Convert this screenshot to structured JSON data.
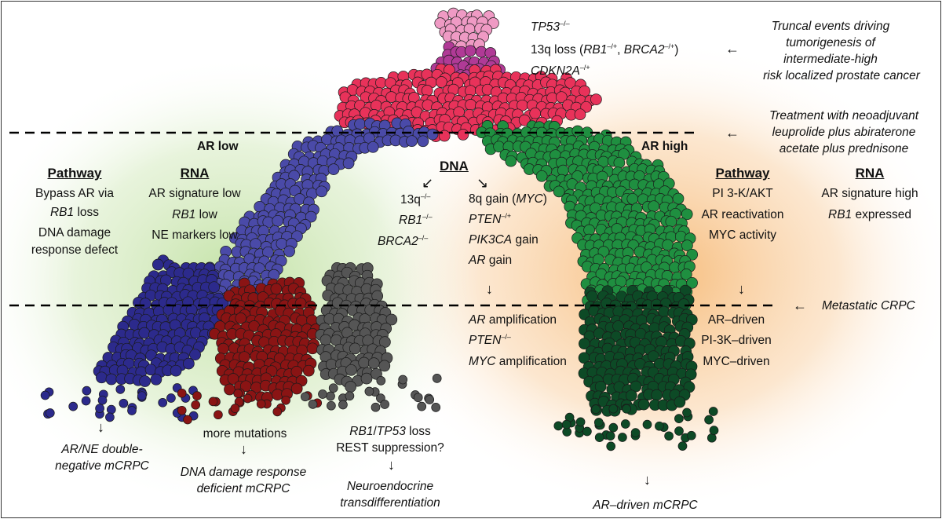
{
  "colors": {
    "trunk": "#e8325a",
    "top": "#ef9ac4",
    "neck": "#b03a96",
    "blue": "#4a4aa8",
    "darkblue": "#2c2a8c",
    "red": "#8a1414",
    "gray": "#555555",
    "green": "#1f8f40",
    "darkgreen": "#0d4a26",
    "bg_green": "#bfe0a0",
    "bg_orange": "#f7c48a"
  },
  "trunk": {
    "gene1": "TP53",
    "gene1_sup": "–/–",
    "line2_pre": "13q loss (",
    "gene2": "RB1",
    "gene2_sup": "–/+",
    "sep": ", ",
    "gene3": "BRCA2",
    "gene3_sup": "–/+",
    "line2_post": ")",
    "gene4": "CDKN2A",
    "gene4_sup": "–/+"
  },
  "right_notes": {
    "truncal": [
      "Truncal events driving",
      "tumorigenesis of",
      "intermediate-high",
      "risk localized prostate cancer"
    ],
    "treatment": [
      "Treatment with neoadjuvant",
      "leuprolide plus abiraterone",
      "acetate plus prednisone"
    ],
    "metastatic": "Metastatic CRPC"
  },
  "ar_low": {
    "label": "AR low",
    "pathway_heading": "Pathway",
    "pathway_line1": "Bypass AR via",
    "pathway_gene": "RB1",
    "pathway_line2_rest": " loss",
    "pathway_line3": "DNA damage",
    "pathway_line4": "response defect",
    "rna_heading": "RNA",
    "rna_line1": "AR signature low",
    "rna_gene": "RB1",
    "rna_line2_rest": " low",
    "rna_line3": "NE markers low"
  },
  "ar_high": {
    "label": "AR high",
    "pathway_heading": "Pathway",
    "pathway_items": [
      "PI 3-K/AKT",
      "AR reactivation",
      "MYC activity"
    ],
    "rna_heading": "RNA",
    "rna_line1": "AR signature high",
    "rna_gene": "RB1",
    "rna_line2_rest": " expressed"
  },
  "dna": {
    "heading": "DNA",
    "left1": "13q",
    "left1_sup": "–/–",
    "left2": "RB1",
    "left2_sup": "–/–",
    "left3": "BRCA2",
    "left3_sup": "–/–",
    "right1_pre": "8q gain (",
    "right1_gene": "MYC",
    "right1_post": ")",
    "right2": "PTEN",
    "right2_sup": "–/+",
    "right3_gene": "PIK3CA",
    "right3_rest": " gain",
    "right4_gene": "AR",
    "right4_rest": " gain"
  },
  "metastatic_green": {
    "amp1_gene": "AR",
    "amp1_rest": " amplification",
    "amp2": "PTEN",
    "amp2_sup": "–/–",
    "amp3_gene": "MYC",
    "amp3_rest": " amplification",
    "driven": [
      "AR–driven",
      "PI-3K–driven",
      "MYC–driven"
    ]
  },
  "outcomes": {
    "blue": [
      "AR/NE double-",
      "negative mCRPC"
    ],
    "red_pre": "more mutations",
    "red": [
      "DNA damage response",
      "deficient mCRPC"
    ],
    "gray_gene1": "RB1",
    "gray_slash": "/",
    "gray_gene2": "TP53",
    "gray_loss": " loss",
    "gray_pre2": "REST suppression?",
    "gray": [
      "Neuroendocrine",
      "transdifferentiation"
    ],
    "green": "AR–driven mCRPC"
  }
}
